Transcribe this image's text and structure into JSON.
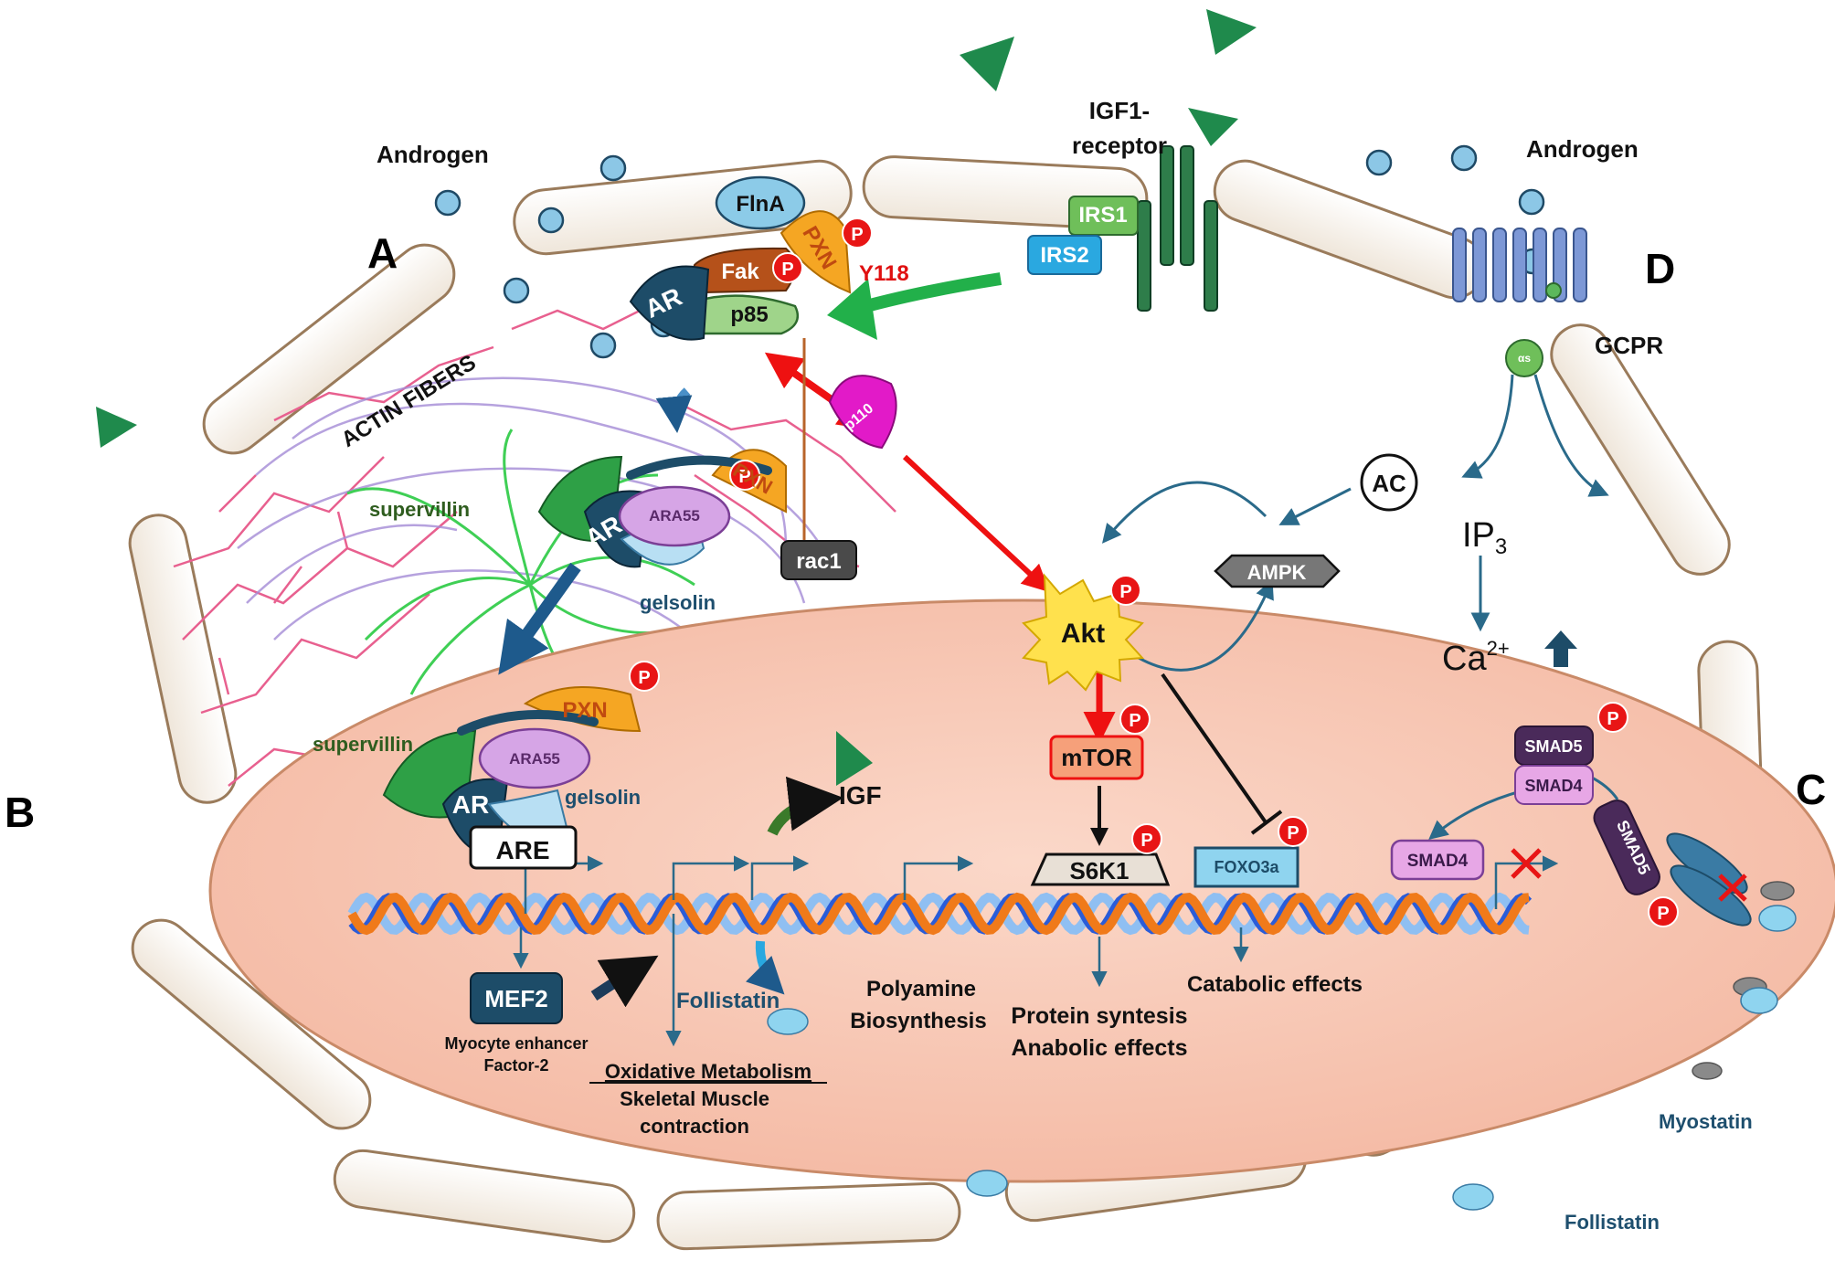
{
  "panel_letters": {
    "a": "A",
    "b": "B",
    "c": "C",
    "d": "D"
  },
  "labels": {
    "androgen_left": "Androgen",
    "androgen_right": "Androgen",
    "igf1_receptor_line1": "IGF1-",
    "igf1_receptor_line2": "receptor",
    "gcpr": "GCPR",
    "actin_fibers": "ACTIN FIBERS",
    "supervillin_top": "supervillin",
    "supervillin_mid": "supervillin",
    "gelsolin_top": "gelsolin",
    "gelsolin_mid": "gelsolin",
    "y118": "Y118",
    "igf": "IGF",
    "follistatin_nucleus": "Follistatin",
    "follistatin_outside": "Follistatin",
    "myostatin": "Myostatin",
    "myocyte_line1": "Myocyte enhancer",
    "myocyte_line2": "Factor-2",
    "oxidative": "Oxidative Metabolism",
    "skeletal_line1": "Skeletal Muscle",
    "skeletal_line2": "contraction",
    "polyamine_line1": "Polyamine",
    "polyamine_line2": "Biosynthesis",
    "protein_line1": "Protein syntesis",
    "protein_line2": "Anabolic effects",
    "catabolic": "Catabolic effects",
    "ip3_base": "IP",
    "ip3_sub": "3",
    "ca_base": "Ca",
    "ca_sup": "2+"
  },
  "proteins": {
    "flna": "FlnA",
    "pxn": "PXN",
    "fak": "Fak",
    "p85": "p85",
    "ar": "AR",
    "p110": "p110",
    "irs1": "IRS1",
    "irs2": "IRS2",
    "ara55": "ARA55",
    "rac1": "rac1",
    "akt": "Akt",
    "mtor": "mTOR",
    "s6k1": "S6K1",
    "foxo3a": "FOXO3a",
    "smad5": "SMAD5",
    "smad4": "SMAD4",
    "ampk": "AMPK",
    "ac": "AC",
    "mef2": "MEF2",
    "are": "ARE",
    "gs": "αs",
    "phospho": "P"
  },
  "colors": {
    "membrane": "#f6f1ea",
    "nucleus": "#f7c6b4",
    "green_arrow": "#22b04a",
    "red_arrow": "#ee1111",
    "brown_arrow": "#b8642a",
    "teal_arrow": "#2a6a8a",
    "ar": "#1d4c68",
    "pxn": "#f5a623",
    "fak": "#b5511a",
    "p85": "#9fd48a",
    "p110": "#e21ac8",
    "igf_triangle": "#1f8a4c",
    "phospho": "#e81515"
  }
}
